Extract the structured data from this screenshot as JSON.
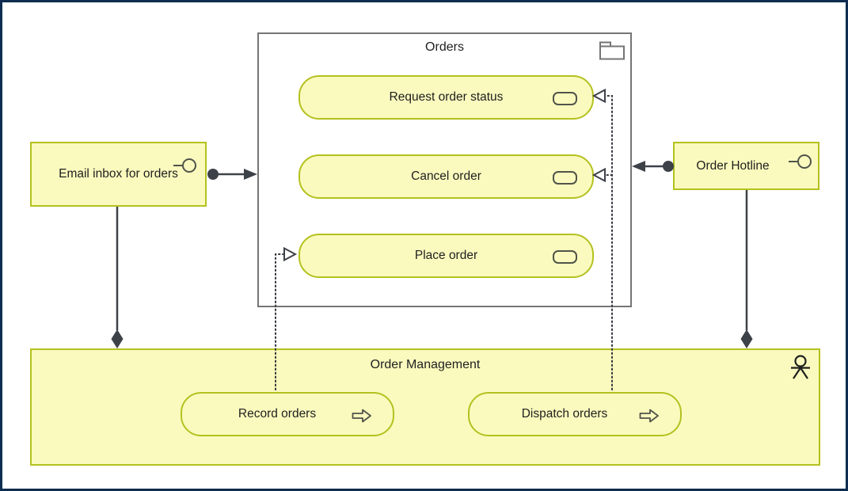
{
  "diagram": {
    "orders_group": {
      "title": "Orders"
    },
    "services": [
      {
        "label": "Request order status"
      },
      {
        "label": "Cancel order"
      },
      {
        "label": "Place order"
      }
    ],
    "interfaces": [
      {
        "label": "Email inbox for orders"
      },
      {
        "label": "Order Hotline"
      }
    ],
    "order_management": {
      "title": "Order Management",
      "processes": [
        {
          "label": "Record orders"
        },
        {
          "label": "Dispatch orders"
        }
      ]
    },
    "icons": {
      "package": "folder-icon",
      "service": "pill-icon",
      "interface": "lollipop-icon",
      "process": "arrow-right-icon",
      "actor": "person-icon"
    },
    "colors": {
      "element_fill": "#fafabe",
      "element_border": "#b4c11f",
      "container_border": "#757575",
      "connector": "#3d4148",
      "frame": "#0e2d50",
      "text": "#1f1f1f"
    }
  }
}
